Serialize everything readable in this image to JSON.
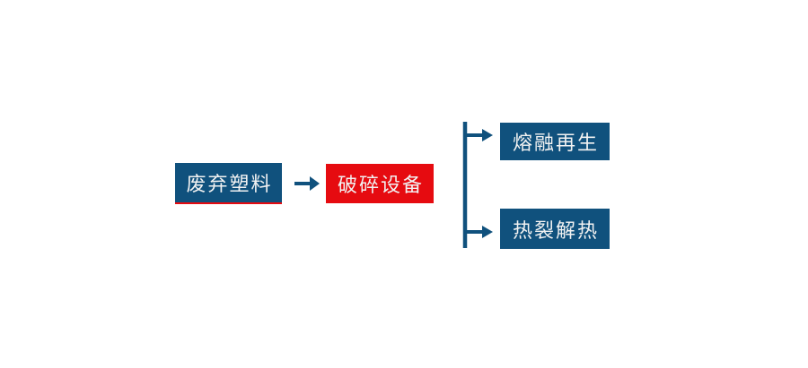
{
  "diagram": {
    "nodes": [
      {
        "id": "waste-plastic",
        "label": "废弃塑料",
        "shape": "rect",
        "fill": "blue"
      },
      {
        "id": "crushing-equipment",
        "label": "破碎设备",
        "shape": "rect",
        "fill": "red"
      },
      {
        "id": "melt-regeneration",
        "label": "熔融再生",
        "shape": "rect",
        "fill": "blue"
      },
      {
        "id": "thermal-cracking",
        "label": "热裂解热",
        "shape": "rect",
        "fill": "blue"
      }
    ],
    "edges": [
      {
        "from": "waste-plastic",
        "to": "crushing-equipment"
      },
      {
        "from": "crushing-equipment",
        "to": "melt-regeneration"
      },
      {
        "from": "crushing-equipment",
        "to": "thermal-cracking"
      }
    ],
    "colors": {
      "node_blue": "#10517d",
      "node_red": "#e60b10",
      "underline_red": "#e60b10",
      "arrow_blue": "#10517d",
      "label_text": "#f2f2f2",
      "background": "#ffffff"
    }
  }
}
